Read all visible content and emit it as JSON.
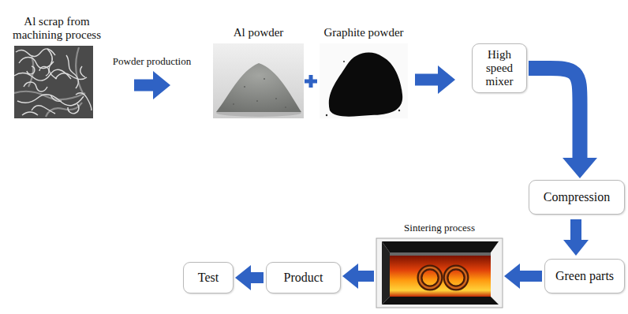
{
  "diagram": {
    "nodes": [
      {
        "text": [
          "Al scrap from machining process"
        ]
      },
      {
        "text": [
          "Al powder"
        ]
      },
      {
        "text": [
          "Graphite powder"
        ]
      },
      {
        "text": [
          "High speed mixer"
        ]
      },
      {
        "text": [
          "Compression"
        ]
      },
      {
        "text": [
          "Green parts"
        ]
      },
      {
        "text": [
          "Sintering process"
        ]
      },
      {
        "text": [
          "Product"
        ]
      },
      {
        "text": [
          "Test"
        ]
      }
    ],
    "edges": [
      {
        "from": 0,
        "to": 1,
        "label": "Powder production",
        "arrow": "to"
      },
      {
        "from": 2,
        "to": 3,
        "arrow": "to"
      },
      {
        "from": 3,
        "to": 4,
        "arrow": "to"
      },
      {
        "from": 4,
        "to": 5,
        "arrow": "to"
      },
      {
        "from": 5,
        "to": 6,
        "arrow": "to"
      },
      {
        "from": 6,
        "to": 7,
        "arrow": "to"
      },
      {
        "from": 7,
        "to": 8,
        "arrow": "to"
      }
    ]
  }
}
